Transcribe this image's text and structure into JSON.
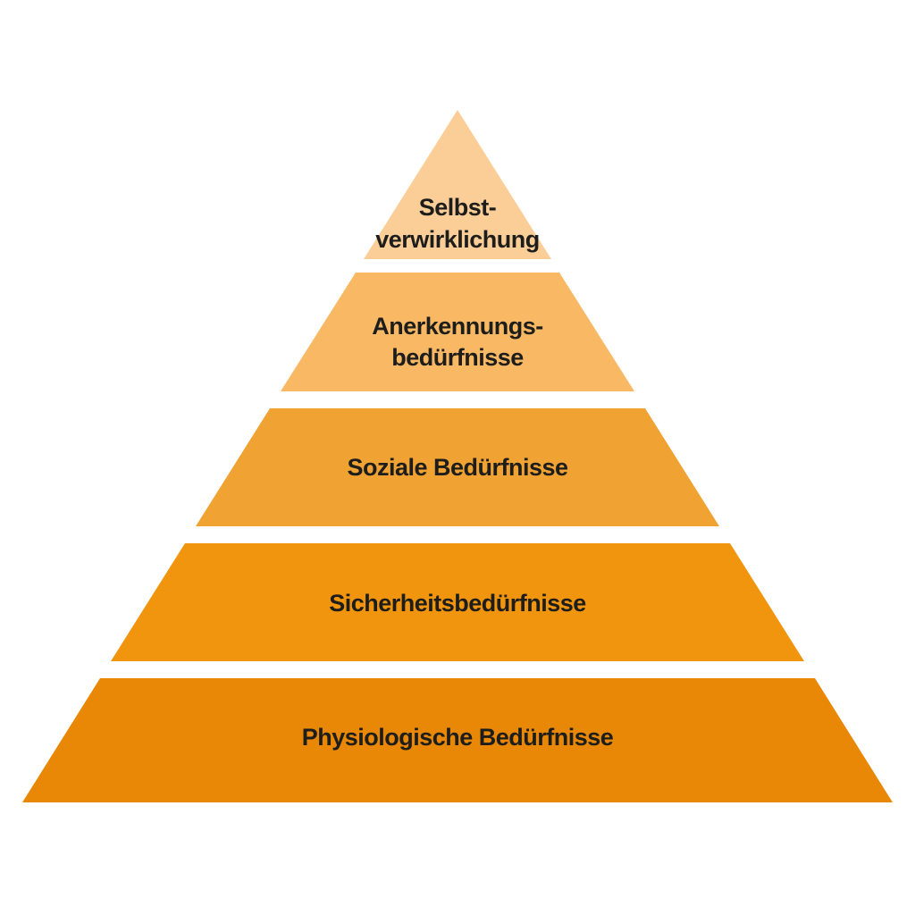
{
  "diagram": {
    "type": "pyramid",
    "background": "#ffffff",
    "text_color": "#1d1d1b",
    "levels": [
      {
        "lines": [
          "Selbst-",
          "verwirklichung"
        ],
        "color": "#FBCD97"
      },
      {
        "lines": [
          "Anerkennungs-",
          "bedürfnisse"
        ],
        "color": "#F9B863"
      },
      {
        "lines": [
          "Soziale Bedürfnisse"
        ],
        "color": "#F0A233"
      },
      {
        "lines": [
          "Sicherheitsbedürfnisse"
        ],
        "color": "#F2950E"
      },
      {
        "lines": [
          "Physiologische Bedürfnisse"
        ],
        "color": "#E88806"
      }
    ]
  }
}
